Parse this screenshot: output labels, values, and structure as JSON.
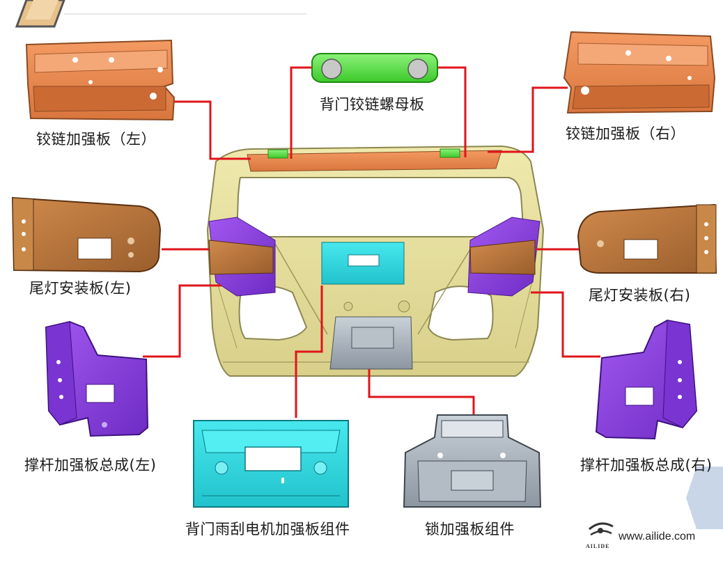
{
  "labels": {
    "hinge_nut_plate": "背门铰链螺母板",
    "hinge_reinf_left": "铰链加强板（左）",
    "hinge_reinf_right": "铰链加强板（右）",
    "taillamp_left": "尾灯安装板(左)",
    "taillamp_right": "尾灯安装板(右)",
    "strut_left": "撑杆加强板总成(左)",
    "strut_right": "撑杆加强板总成(右)",
    "wiper_motor": "背门雨刮电机加强板组件",
    "lock_reinf": "锁加强板组件"
  },
  "footer": {
    "url": "www.ailide.com",
    "logo_text": "AILIDE"
  },
  "colors": {
    "leader_line": "#e0141b",
    "orange_part": "#e8874f",
    "brown_part": "#b8733b",
    "green_part": "#5ee34a",
    "purple_part": "#8a3de0",
    "cyan_part": "#33d9e0",
    "grey_part": "#a8b2bd",
    "frame_yellow": "#e6e09a"
  }
}
